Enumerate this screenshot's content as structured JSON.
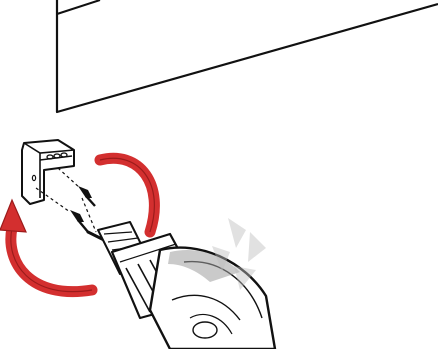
{
  "illustration": {
    "subject": "installation-step",
    "elements": [
      "wall-edge",
      "mounting-bracket",
      "screws",
      "power-drill",
      "rotation-arrow"
    ],
    "colors": {
      "line": "#111111",
      "fill": "#ffffff",
      "arrow": "#d32f2f",
      "arrow_dark": "#b71c1c",
      "drill_gray": "#9e9e9e",
      "watermark": "#bdbdbd"
    }
  }
}
